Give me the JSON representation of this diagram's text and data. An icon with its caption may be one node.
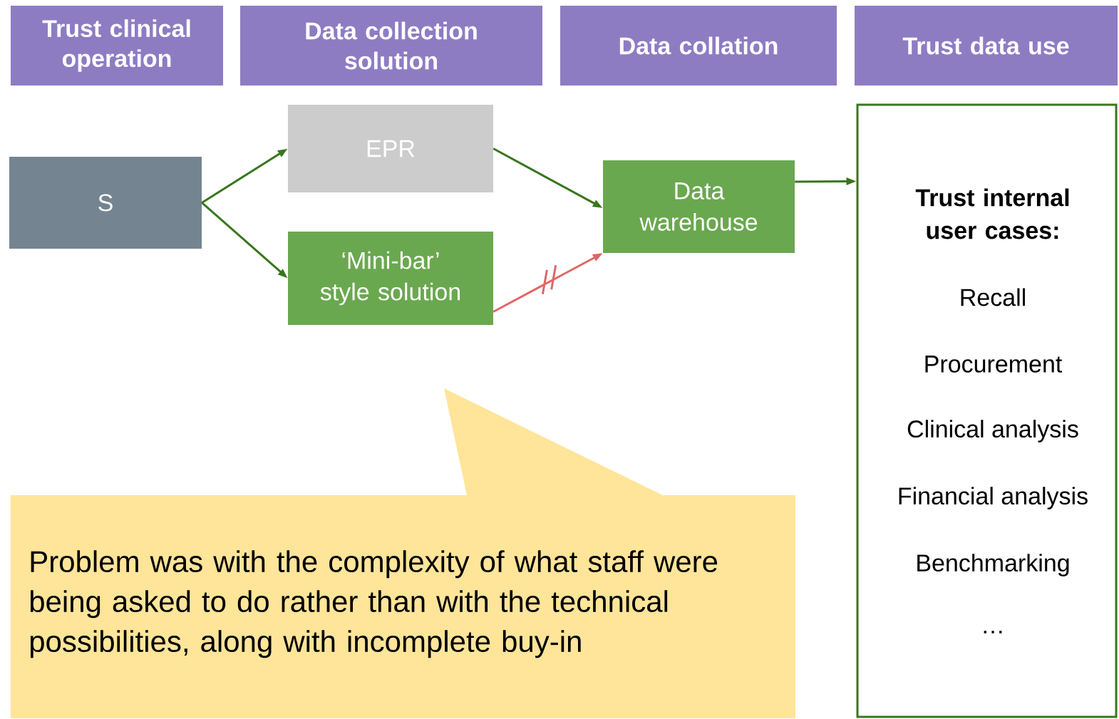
{
  "diagram": {
    "nodes": [
      {
        "text": [
          "Trust clinical operation"
        ]
      },
      {
        "text": [
          "Data collection solution"
        ]
      },
      {
        "text": [
          "Data collation"
        ]
      },
      {
        "text": [
          "Trust data use"
        ]
      },
      {
        "text": [
          "S"
        ]
      },
      {
        "text": [
          "EPR"
        ]
      },
      {
        "text": [
          "‘Mini-bar’ style solution"
        ]
      },
      {
        "text": [
          "Data warehouse"
        ]
      },
      {
        "text": [
          "Trust internal user cases:",
          "Recall",
          "Procurement",
          "Clinical analysis",
          "Financial analysis",
          "Benchmarking",
          "…"
        ]
      },
      {
        "text": [
          "Problem was with the complexity of what staff were being asked to do rather than with the technical possibilities, along with incomplete buy-in"
        ]
      }
    ],
    "edges": [
      {
        "from": 4,
        "to": 5,
        "arrow": "to"
      },
      {
        "from": 4,
        "to": 6,
        "arrow": "to"
      },
      {
        "from": 5,
        "to": 7,
        "arrow": "to"
      },
      {
        "from": 6,
        "to": 7,
        "arrow": "to",
        "color": "#e06666"
      },
      {
        "from": 7,
        "to": 8,
        "arrow": "to"
      }
    ]
  }
}
